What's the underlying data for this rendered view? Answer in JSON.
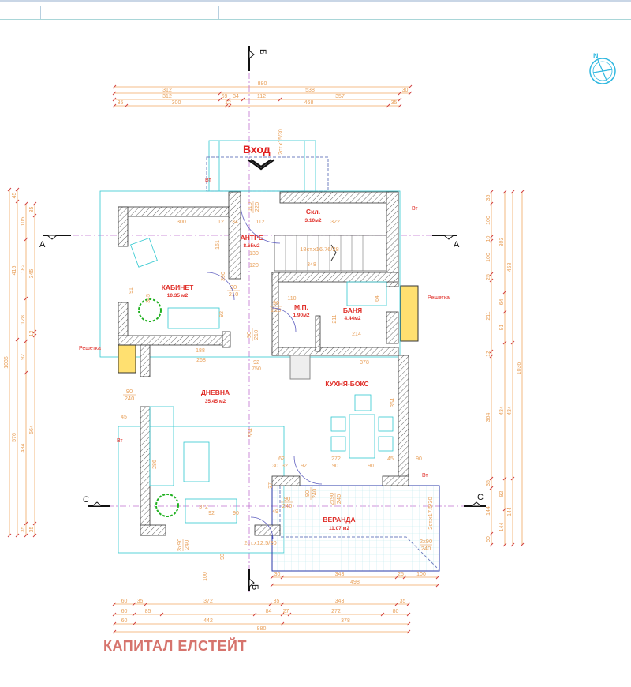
{
  "colors": {
    "dimension": "#e8a05a",
    "wall": "#2a3aa8",
    "label": "#e0302a",
    "furniture": "#30c8d0",
    "axis": "#c070d0",
    "watermark": "#c8463c"
  },
  "entrance": {
    "label": "Вход",
    "stairs": "2ст.x15/30"
  },
  "compass": {
    "icon": "north-arrow-icon",
    "letter": "N"
  },
  "sections": {
    "a": "А",
    "b": "Б",
    "c": "С"
  },
  "rooms": [
    {
      "name": "КАБИНЕТ",
      "area": "10.35 м2"
    },
    {
      "name": "АНТРЕ",
      "area": "8.65м2"
    },
    {
      "name": "Скл.",
      "area": "3.10м2"
    },
    {
      "name": "М.П.",
      "area": "1.90м2"
    },
    {
      "name": "БАНЯ",
      "area": "4.44м2"
    },
    {
      "name": "ДНЕВНА",
      "area": "35.45 м2"
    },
    {
      "name": "КУХНЯ-БОКС",
      "area": ""
    },
    {
      "name": "ВЕРАНДА",
      "area": "11.07 м2"
    }
  ],
  "annotations": {
    "stair_main": "18ст.x16.76/28",
    "downpipe": "Вт",
    "grille": "Решетка",
    "veranda_steps_left": "2ст.x12.5/30",
    "veranda_steps_right": "2ст.x17.5/30"
  },
  "doors": [
    {
      "w": "110",
      "h": "220"
    },
    {
      "w": "90",
      "h": "210"
    },
    {
      "w": "90",
      "h": "210"
    },
    {
      "w": "90",
      "h": "210"
    },
    {
      "w": "90",
      "h": "240"
    },
    {
      "w": "90",
      "h": "240"
    },
    {
      "w": "90",
      "h": "240"
    },
    {
      "w": "2x90",
      "h": "240"
    },
    {
      "w": "3x90",
      "h": "240"
    },
    {
      "w": "2x90",
      "h": "240"
    }
  ],
  "inner_dims": [
    "300",
    "12",
    "34",
    "112",
    "322",
    "130",
    "120",
    "348",
    "161",
    "390",
    "92",
    "345",
    "91",
    "110",
    "214",
    "211",
    "64",
    "188",
    "268",
    "92",
    "750",
    "378",
    "564",
    "364",
    "62",
    "272",
    "45",
    "90",
    "30",
    "32",
    "92",
    "90",
    "90",
    "37",
    "49",
    "372",
    "92",
    "90",
    "45",
    "286",
    "100",
    "90"
  ],
  "dims": {
    "top": [
      [
        "880"
      ],
      [
        "312",
        "538",
        "30"
      ],
      [
        "312",
        "69",
        "34",
        "112",
        "357"
      ],
      [
        "35",
        "300",
        "12",
        "468",
        "35"
      ]
    ],
    "bottom": [
      [
        "30",
        "343",
        "25",
        "100"
      ],
      [
        "498"
      ],
      [
        "60",
        "35",
        "372",
        "35",
        "343",
        "35"
      ],
      [
        "60",
        "85",
        "84",
        "27",
        "272",
        "80"
      ],
      [
        "60",
        "442",
        "378"
      ],
      [
        "880"
      ]
    ],
    "left": [
      [
        "1036"
      ],
      [
        "45",
        "415",
        "576"
      ],
      [
        "105",
        "182",
        "128",
        "92",
        "484",
        "35"
      ],
      [
        "35",
        "345",
        "12",
        "564",
        "35"
      ]
    ],
    "right": [
      [
        "35",
        "100",
        "10",
        "100",
        "25",
        "211",
        "12",
        "364",
        "35",
        "144",
        "50"
      ],
      [
        "303",
        "64",
        "91",
        "434",
        "92",
        "144"
      ],
      [
        "458",
        "434",
        "144"
      ],
      [
        "1036"
      ]
    ]
  },
  "watermark": "КАПИТАЛ ЕЛСТЕЙТ"
}
